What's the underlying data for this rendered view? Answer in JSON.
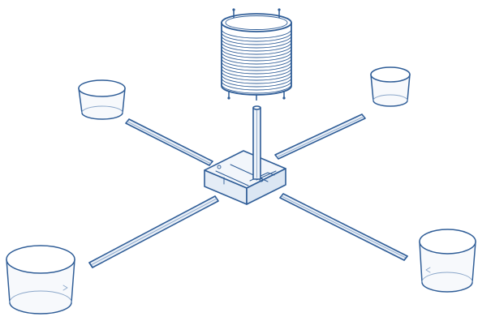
{
  "diagram": {
    "colors": {
      "line": "#2f5d97",
      "line_light": "#8aa6c9",
      "fill_light": "#e9eff7",
      "background": "#ffffff"
    },
    "components": [
      {
        "name": "central-reservoir",
        "shape": "cylinder",
        "pattern": "horizontal-rings",
        "icon": "reservoir-icon"
      },
      {
        "name": "vertical-feed-pipe",
        "shape": "tube"
      },
      {
        "name": "central-hub",
        "shape": "box"
      },
      {
        "name": "arm-top-left",
        "shape": "tube"
      },
      {
        "name": "arm-top-right",
        "shape": "tube"
      },
      {
        "name": "arm-bottom-left",
        "shape": "tube"
      },
      {
        "name": "arm-bottom-right",
        "shape": "tube"
      },
      {
        "name": "cup-top-left",
        "shape": "cylinder"
      },
      {
        "name": "cup-top-right",
        "shape": "cylinder"
      },
      {
        "name": "cup-bottom-left",
        "shape": "cylinder"
      },
      {
        "name": "cup-bottom-right",
        "shape": "cylinder"
      }
    ]
  }
}
